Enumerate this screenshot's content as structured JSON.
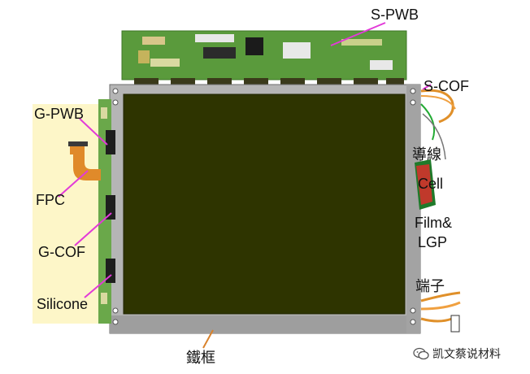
{
  "labels": {
    "s_pwb": "S-PWB",
    "s_cof": "S-COF",
    "g_pwb": "G-PWB",
    "fpc": "FPC",
    "g_cof": "G-COF",
    "silicone": "Silicone",
    "wire": "導線",
    "cell": "Cell",
    "film_lgp_1": "Film&",
    "film_lgp_2": "LGP",
    "terminal": "端子",
    "frame": "鐵框"
  },
  "watermark": "凯文蔡说材料",
  "colors": {
    "pcb_green": "#5a9a3c",
    "panel_dark": "#2e3400",
    "frame_grey": "#a9a9a9",
    "leader_magenta": "#e23ad8",
    "fpc_orange": "#e08a2a",
    "leader_orange": "#d9822b"
  }
}
